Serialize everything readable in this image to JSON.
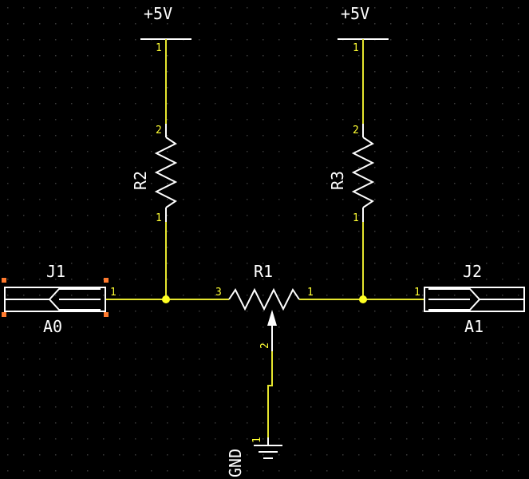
{
  "schematic": {
    "power": [
      {
        "label": "+5V",
        "pin": "1"
      },
      {
        "label": "+5V",
        "pin": "1"
      }
    ],
    "resistors": [
      {
        "ref": "R2",
        "pin_top": "2",
        "pin_bottom": "1"
      },
      {
        "ref": "R3",
        "pin_top": "2",
        "pin_bottom": "1"
      }
    ],
    "potentiometer": {
      "ref": "R1",
      "pin_left": "3",
      "pin_right": "1",
      "pin_wiper": "2"
    },
    "connectors": [
      {
        "ref": "J1",
        "value": "A0",
        "pin": "1",
        "selected": true
      },
      {
        "ref": "J2",
        "value": "A1",
        "pin": "1",
        "selected": false
      }
    ],
    "ground": {
      "label": "GND",
      "pin": "1"
    }
  },
  "colors": {
    "background": "#000000",
    "grid_dot": "#3a3a3a",
    "wire": "#e6e62e",
    "junction": "#ffff22",
    "part_outline": "#ffffff",
    "pin_number": "#ffff33",
    "selection_handle": "#ff7a2e"
  }
}
